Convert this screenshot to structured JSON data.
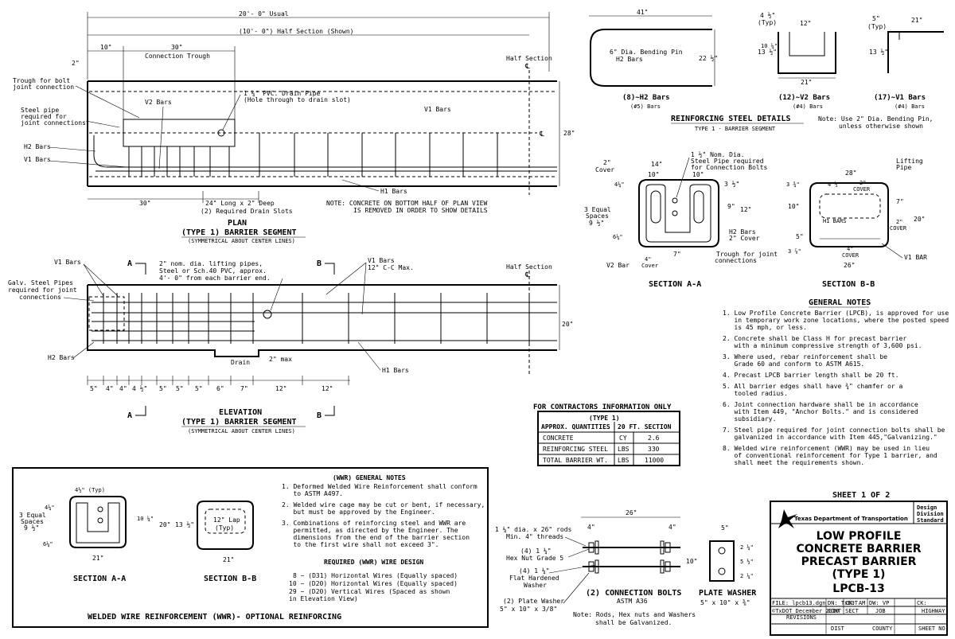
{
  "plan": {
    "dim_top": "20'- 0\" Usual",
    "dim_half": "(10'- 0\") Half Section (Shown)",
    "dim_10": "10\"",
    "dim_30": "30\"",
    "connection_trough": "Connection Trough",
    "dim_2": "2\"",
    "half_section": "Half Section",
    "cl": "℄",
    "trough_label": [
      "Trough for bolt",
      "joint connection"
    ],
    "steel_pipe_label": [
      "Steel pipe",
      "required for",
      "joint connections"
    ],
    "v2_bars": "V2 Bars",
    "pvc_drain": [
      "1 ¼\" PVC. Drain Pipe",
      "(Hole through to drain slot)"
    ],
    "v1_bars": "V1 Bars",
    "h2_bars": "H2 Bars",
    "v1_bars_left": "V1 Bars",
    "h1_bars": "H1 Bars",
    "dim_28": "28\"",
    "dim_30b": "30\"",
    "drain_slots": [
      "24\" Long x 2\" Deep",
      "(2) Required Drain Slots"
    ],
    "note": [
      "NOTE: CONCRETE ON BOTTOM HALF OF PLAN VIEW",
      "IS REMOVED IN ORDER TO SHOW DETAILS"
    ],
    "title": "PLAN",
    "title2": "(TYPE 1) BARRIER SEGMENT",
    "title3": "(SYMMETRICAL ABOUT CENTER LINES)"
  },
  "elevation": {
    "v1_bars": "V1 Bars",
    "lifting": [
      "2\" nom. dia. lifting pipes,",
      "Steel or Sch.40 PVC, approx.",
      "4'- 0\" from each barrier end."
    ],
    "v1_bars_r": [
      "V1 Bars",
      "12\" C-C Max."
    ],
    "galv": [
      "Galv. Steel Pipes",
      "required for joint",
      "connections"
    ],
    "half_section": "Half Section",
    "cl": "℄",
    "dim_20": "20\"",
    "h2_bars": "H2 Bars",
    "drain": "Drain",
    "dim_2max": "2\" max",
    "h1_bars": "H1 Bars",
    "dims": [
      "5\"",
      "4\"",
      "4\"",
      "4 ½\"",
      "5\"",
      "5\"",
      "5\"",
      "6\"",
      "7\"",
      "12\"",
      "12\""
    ],
    "cut_a": "A",
    "cut_b": "B",
    "title": "ELEVATION",
    "title2": "(TYPE 1) BARRIER SEGMENT",
    "title3": "(SYMMETRICAL ABOUT CENTER LINES)"
  },
  "rsd": {
    "h2": {
      "dim_41": "41\"",
      "pin": [
        "6\" Dia. Bending Pin",
        "H2 Bars"
      ],
      "dim_22": "22 ½\"",
      "name": "(8)~H2 Bars",
      "sub": "(#5) Bars"
    },
    "v2": {
      "typ": [
        "4 ½\"",
        "(Typ)"
      ],
      "dim_12": "12\"",
      "dim_13": "13 ½\"",
      "dim_10": "10 ¼\"",
      "dim_21": "21\"",
      "name": "(12)~V2 Bars",
      "sub": "(#4) Bars"
    },
    "v1": {
      "typ": [
        "5\"",
        "(Typ)"
      ],
      "dim_21": "21\"",
      "dim_13": "13 ½\"",
      "name": "(17)~V1 Bars",
      "sub": "(#4) Bars"
    },
    "title": "REINFORCING STEEL DETAILS",
    "title2": "TYPE 1 - BARRIER SEGMENT",
    "note": [
      "Note: Use 2\" Dia. Bending Pin,",
      "unless otherwise shown"
    ]
  },
  "sec_a": {
    "cover": [
      "2\"",
      "Cover"
    ],
    "d14": "14\"",
    "d10a": "10\"",
    "d10b": "10\"",
    "pipe": [
      "1 ½\" Nom. Dia.",
      "Steel Pipe required",
      "for Connection Bolts"
    ],
    "d4": "4¼\"",
    "d3": "3 ½\"",
    "d9": "9\"",
    "d12": "12\"",
    "spaces": [
      "3 Equal",
      "Spaces",
      "9 ½\""
    ],
    "d6": "6¼\"",
    "h2": [
      "H2 Bars",
      "2\" Cover"
    ],
    "d7": "7\"",
    "trough": [
      "Trough for joint",
      "connections"
    ],
    "v2": "V2 Bar",
    "cover4": [
      "4\"",
      "Cover"
    ],
    "title": "SECTION A-A"
  },
  "sec_b": {
    "lifting": [
      "Lifting",
      "Pipe"
    ],
    "d28": "28\"",
    "d3": "3 ¾\"",
    "d4": "4 ½\"",
    "cover2": [
      "2\"",
      "COVER"
    ],
    "d10": "10\"",
    "d7": "7\"",
    "d20": "20\"",
    "h1": "H1 BARS",
    "d2": [
      "2\"",
      "COVER"
    ],
    "d5": "5\"",
    "d4b": [
      "4\"",
      "COVER"
    ],
    "d26": "26\"",
    "d3b": "3 ⅞\"",
    "v1": "V1 BAR",
    "title": "SECTION B-B"
  },
  "general_notes": {
    "title": "GENERAL NOTES",
    "items": [
      [
        "1. Low Profile Concrete Barrier (LPCB), is approved for use",
        "   in temporary work zone locations, where the posted speed",
        "   is 45 mph, or less."
      ],
      [
        "2. Concrete shall be Class H for precast barrier",
        "   with a minimum compressive strength of 3,600 psi."
      ],
      [
        "3. Where used, rebar reinforcement shall be",
        "   Grade 60 and conform to ASTM A615."
      ],
      [
        "4. Precast LPCB barrier length shall be 20 ft."
      ],
      [
        "5. All barrier edges shall have ¾\" chamfer or a",
        "   tooled radius."
      ],
      [
        "6. Joint connection hardware shall be in accordance",
        "   with Item 449, \"Anchor Bolts.\" and is considered",
        "   subsidiary."
      ],
      [
        "7. Steel pipe required for joint connection bolts shall be",
        "   galvanized in accordance with Item 445,\"Galvanizing.\""
      ],
      [
        "8. Welded wire reinforcement (WWR) may be used in lieu",
        "   of conventional reinforcement for Type 1 barrier, and",
        "   shall meet the requirements shown."
      ]
    ]
  },
  "quantities": {
    "header": "FOR CONTRACTORS INFORMATION ONLY",
    "type": "(TYPE 1)",
    "col1": "APPROX. QUANTITIES",
    "col2": "20 FT. SECTION",
    "rows": [
      {
        "item": "CONCRETE",
        "unit": "CY",
        "value": "2.6"
      },
      {
        "item": "REINFORCING STEEL",
        "unit": "LBS",
        "value": "330"
      },
      {
        "item": "TOTAL BARRIER WT.",
        "unit": "LBS",
        "value": "11000"
      }
    ]
  },
  "wwr": {
    "d4": "4¼\"",
    "typ": "4½\" (Typ)",
    "spaces": [
      "3 Equal",
      "Spaces",
      "9 ½\""
    ],
    "d6": "6¼\"",
    "d10": "10 ¼\"",
    "d20": "20\"",
    "d21": "21\"",
    "b_d13": "13 ½\"",
    "lap": [
      "12\" Lap",
      "(Typ)"
    ],
    "b_d21": "21\"",
    "sec_a": "SECTION A-A",
    "sec_b": "SECTION B-B",
    "notes_title": "(WWR) GENERAL NOTES",
    "notes": [
      [
        "1. Deformed Welded Wire Reinforcement shall conform",
        "   to ASTM A497."
      ],
      [
        "2. Welded wire cage may be cut or bent, if necessary,",
        "   but must be approved by the Engineer."
      ],
      [
        "3. Combinations of reinforcing steel and WWR are",
        "   permitted, as directed by the Engineer. The",
        "   dimensions from the end of the barrier section",
        "   to the first wire shall not exceed 3\"."
      ]
    ],
    "design_title": "REQUIRED (WWR) WIRE DESIGN",
    "design": [
      "8 ~ (D31) Horizontal Wires (Equally spaced)",
      "10 ~ (D20) Horizontal Wires (Equally spaced)",
      "29 ~ (D20) Vertical Wires   (Spaced as shown",
      "                             in Elevation View)"
    ],
    "footer": "WELDED WIRE REINFORCEMENT (WWR)- OPTIONAL REINFORCING"
  },
  "bolts": {
    "d26": "26\"",
    "d4a": "4\"",
    "d4b": "4\"",
    "rods": [
      "1 ¼\" dia. x 26\" rods",
      "Min. 4\" threads"
    ],
    "hex": [
      "(4) 1 ¼\"",
      "Hex Nut Grade 5"
    ],
    "washer": [
      "(4) 1 ¼\"",
      "Flat Hardened",
      "Washer"
    ],
    "plate": [
      "(2) Plate Washer",
      "5\" x 10\" x 3/8\""
    ],
    "title": "(2) CONNECTION BOLTS",
    "sub": "ASTM A36",
    "note": [
      "Note: Rods, Hex nuts and Washers",
      "shall be Galvanized."
    ]
  },
  "plate_washer": {
    "d5": "5\"",
    "d10": "10\"",
    "d2a": "2 ¼\"",
    "d5b": "5 ½\"",
    "d2b": "2 ¼\"",
    "title": "PLATE WASHER",
    "sub": "5\" x 10\" x ⅜\""
  },
  "title_block": {
    "sheet": "SHEET 1 OF 2",
    "agency": "Texas Department of Transportation",
    "standard": [
      "Design",
      "Division",
      "Standard"
    ],
    "title": [
      "LOW PROFILE",
      "CONCRETE BARRIER",
      "PRECAST BARRIER",
      "(TYPE 1)",
      "LPCB-13"
    ],
    "file": "FILE: lpcb13.dgn",
    "dn": "DN: TxDOT",
    "ck": "CK: AM",
    "dw": "DW: VP",
    "ck2": "CK:",
    "copy": "©TxDOT December 2010",
    "cont": "CONT",
    "sect": "SECT",
    "job": "JOB",
    "highway": "HIGHWAY",
    "revisions": "REVISIONS",
    "dist": "DIST",
    "county": "COUNTY",
    "sheet_no": "SHEET NO."
  }
}
